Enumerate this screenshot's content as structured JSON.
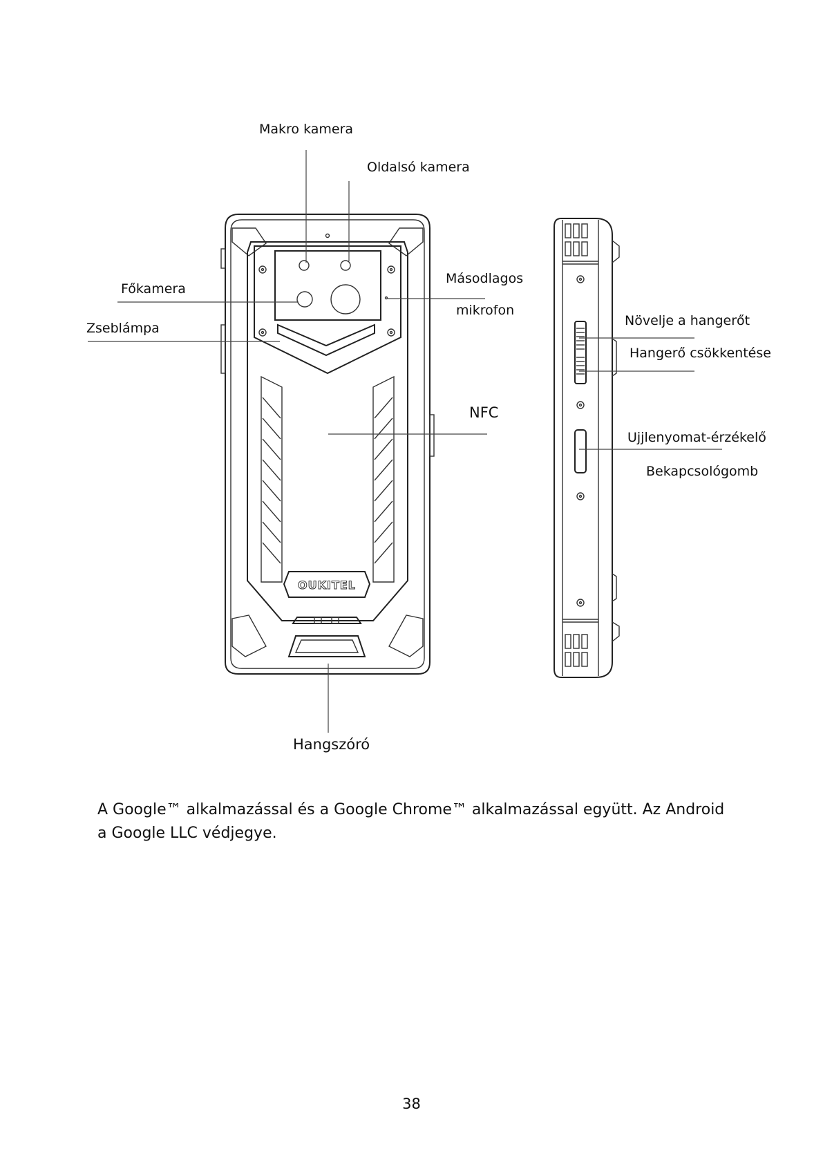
{
  "labels": {
    "makro": "Makro kamera",
    "oldalso": "Oldalsó kamera",
    "fokamera": "Főkamera",
    "zseblampa": "Zseblámpa",
    "masodlagos": "Másodlagos",
    "mikrofon": "mikrofon",
    "nfc": "NFC",
    "novelje": "Növelje a hangerőt",
    "csokkentes": "Hangerő csökkentése",
    "ujjlenyomat": "Ujjlenyomat-érzékelő",
    "bekapcso": "Bekapcsológomb",
    "hangszoro": "Hangszóró"
  },
  "brand_logo_text": "OUKITEL",
  "note": "A Google™ alkalmazással és a Google Chrome™ alkalmazással együtt.  Az Android a Google LLC védjegye.",
  "page_number": "38"
}
